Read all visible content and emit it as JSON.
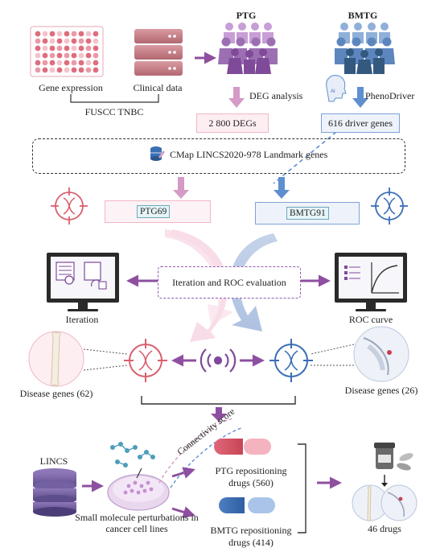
{
  "top": {
    "gene_expression": "Gene expression",
    "clinical_data": "Clinical data",
    "cohort": "FUSCC TNBC"
  },
  "ptg": {
    "title": "PTG",
    "analysis": "DEG analysis",
    "result": "2 800 DEGs",
    "signature": "PTG69",
    "disease_genes": "Disease genes (62)",
    "drugs_label": "PTG repositioning drugs (560)"
  },
  "bmtg": {
    "title": "BMTG",
    "analysis": "PhenoDriver",
    "ai_badge": "AI",
    "result": "616 driver genes",
    "signature": "BMTG91",
    "disease_genes": "Disease genes (26)",
    "drugs_label": "BMTG repositioning drugs (414)"
  },
  "cmap": {
    "label": "CMap LINCS2020-978 Landmark genes"
  },
  "evaluation": {
    "iteration_roc": "Iteration and ROC evaluation",
    "iteration": "Iteration",
    "roc_curve": "ROC curve"
  },
  "bottom": {
    "lincs": "LINCS",
    "connectivity": "Connectivity score",
    "perturbations": "Small molecule perturbations in cancer cell lines",
    "final": "46 drugs"
  },
  "colors": {
    "pink": "#d9606e",
    "blue": "#3a6fb5",
    "purple": "#8e4fa0",
    "arrow_pink": "#d59ac6",
    "arrow_blue": "#5f8fd1"
  }
}
